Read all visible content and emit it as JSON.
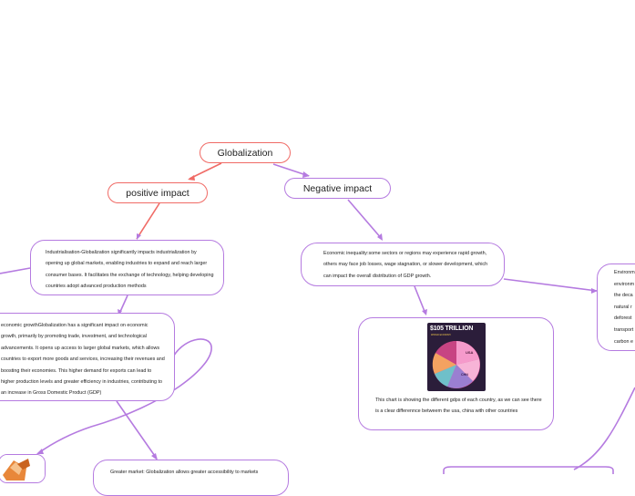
{
  "mindmap": {
    "root": {
      "label": "Globalization"
    },
    "positive": {
      "label": "positive impact"
    },
    "negative": {
      "label": "Negative impact"
    },
    "industrialisation": {
      "text": "Industrialisation-Globalization significantly impacts industrialization by opening up global markets, enabling industries to expand and reach larger consumer bases. It facilitates the exchange of technology, helping developing countries adopt advanced production methods"
    },
    "economic_growth": {
      "text": "economic growthGlobalization has a significant impact on economic growth, primarily by promoting trade, investment, and technological advancements. It opens up access to larger global markets, which allows countries to export more goods and services, increasing their revenues and boosting their economies. This higher demand for exports can lead to higher production levels and greater efficiency in industries, contributing to an increase in Gross Domestic Product (GDP)"
    },
    "greater_market": {
      "text": "Greater market: Globalization allows greater accessibility to markets"
    },
    "economic_inequality": {
      "text": "Economic inequality:some sectors or regions may experience rapid growth, others may face job losses, wage stagnation, or slower development, which can impact the overall distribution of GDP growth."
    },
    "gdp_chart": {
      "caption": "This chart is showing the different gdps of each country, as we can see there is a clear differennce betweem the usa, china with other countries",
      "image": {
        "headline": "$105 TRILLION",
        "sub": "WORLD ECONOMY",
        "usa_label": "USA",
        "china_label": "CHN"
      }
    },
    "environment": {
      "lines": [
        "Environm",
        "environm",
        "the deca",
        "natural r",
        "deforest",
        "transport",
        "carbon e"
      ]
    }
  }
}
